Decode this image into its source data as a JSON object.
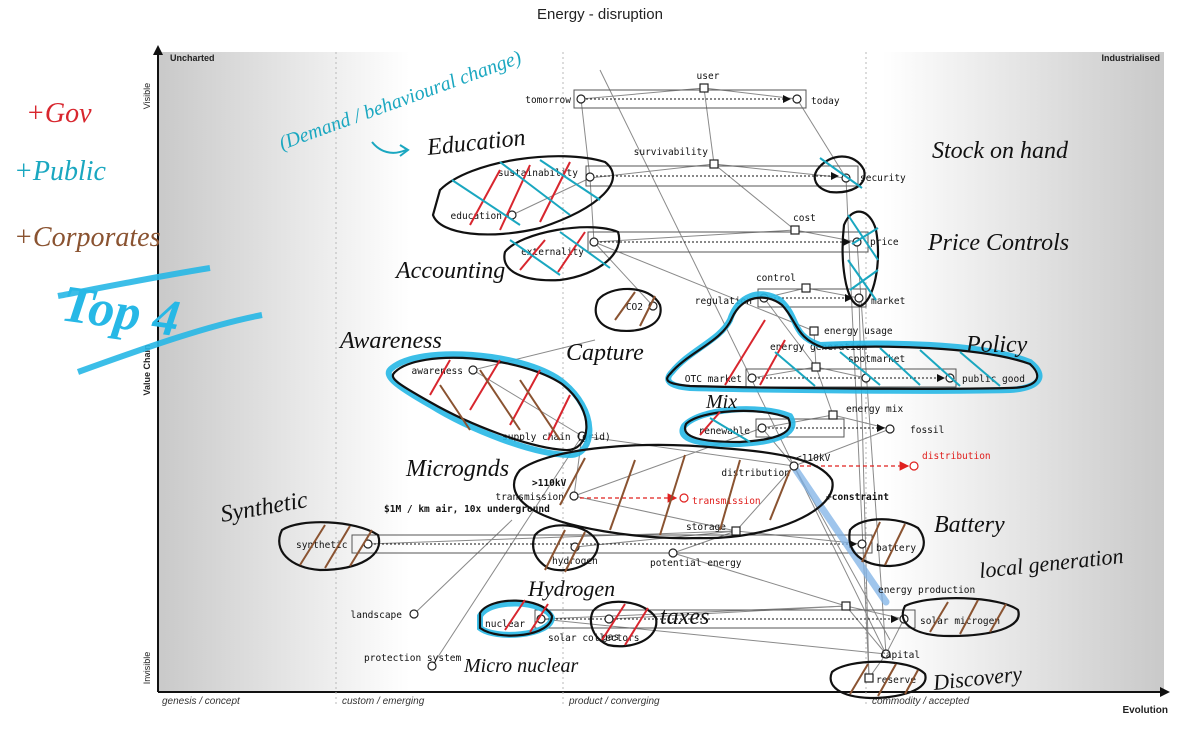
{
  "title": "Energy - disruption",
  "axes": {
    "x_label": "Evolution",
    "y_label": "Value Chain",
    "y_top": "Visible",
    "y_bottom": "Invisible",
    "corner_left": "Uncharted",
    "corner_right": "Industrialised",
    "stages": [
      "genesis / concept",
      "custom / emerging",
      "product / converging",
      "commodity / accepted"
    ]
  },
  "components": {
    "user": "user",
    "tomorrow": "tomorrow",
    "today": "today",
    "survivability": "survivability",
    "sustainability": "sustainability",
    "security": "security",
    "education": "education",
    "cost": "cost",
    "externality": "externality",
    "price": "price",
    "control": "control",
    "regulation": "regulation",
    "market": "market",
    "co2": "CO2",
    "energy_usage": "energy usage",
    "energy_generation": "energy generation",
    "spotmarket": "spotmarket",
    "awareness": "awareness",
    "otc_market": "OTC market",
    "public_good": "public good",
    "energy_mix": "energy mix",
    "renewable": "renewable",
    "fossil": "fossil",
    "supply_chain": "supply chain (grid)",
    "distribution": "distribution",
    "distribution_future": "distribution",
    "lt110kv": "<110kV",
    "gt110kv": ">110kV",
    "transmission": "transmission",
    "transmission_future": "transmission",
    "constraint": "+constraint",
    "cost_note": "$1M / km air, 10x underground",
    "storage": "storage",
    "synthetic": "synthetic",
    "hydrogen": "hydrogen",
    "potential_energy": "potential energy",
    "battery": "battery",
    "landscape": "landscape",
    "energy_production": "energy production",
    "nuclear": "nuclear",
    "solar_collectors": "solar collectors",
    "gas": "gas",
    "solar_microgen": "solar microgen",
    "protection_system": "protection system",
    "capital": "capital",
    "reserve": "reserve"
  },
  "annotations": {
    "gov": "+Gov",
    "public": "+Public",
    "corporates": "+Corporates",
    "top4": "Top 4",
    "demand": "(Demand / behavioural change)",
    "education": "Education",
    "stock": "Stock on hand",
    "accounting": "Accounting",
    "price_controls": "Price Controls",
    "awareness": "Awareness",
    "capture": "Capture",
    "policy": "Policy",
    "mix": "Mix",
    "micrognds": "Micrognds",
    "synthetic": "Synthetic",
    "battery": "Battery",
    "local_generation": "local generation",
    "hydrogen": "Hydrogen",
    "taxes": "taxes",
    "micro_nuclear": "Micro nuclear",
    "discovery": "Discovery"
  },
  "colors": {
    "red_ink": "#d8262e",
    "teal_ink": "#1aa7c0",
    "brown_ink": "#8a5331",
    "cyan_highlight": "#27b8e6",
    "future_red": "#e0201e"
  }
}
